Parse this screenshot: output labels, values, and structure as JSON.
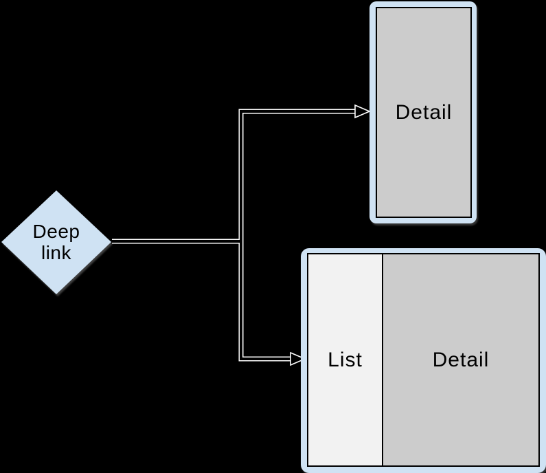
{
  "canvas": {
    "background": "#000000"
  },
  "colors": {
    "device_frame_blue": "#cfe2f3",
    "detail_screen_gray": "#cccccc",
    "list_pane_light": "#f2f2f2",
    "arrow_outline_white": "#ffffff",
    "divider_black": "#000000",
    "text_black": "#000000"
  },
  "nodes": {
    "deep_link": {
      "lines": [
        "Deep",
        "link"
      ]
    },
    "phone": {
      "label": "Detail"
    },
    "split_view": {
      "list_label": "List",
      "detail_label": "Detail"
    }
  }
}
